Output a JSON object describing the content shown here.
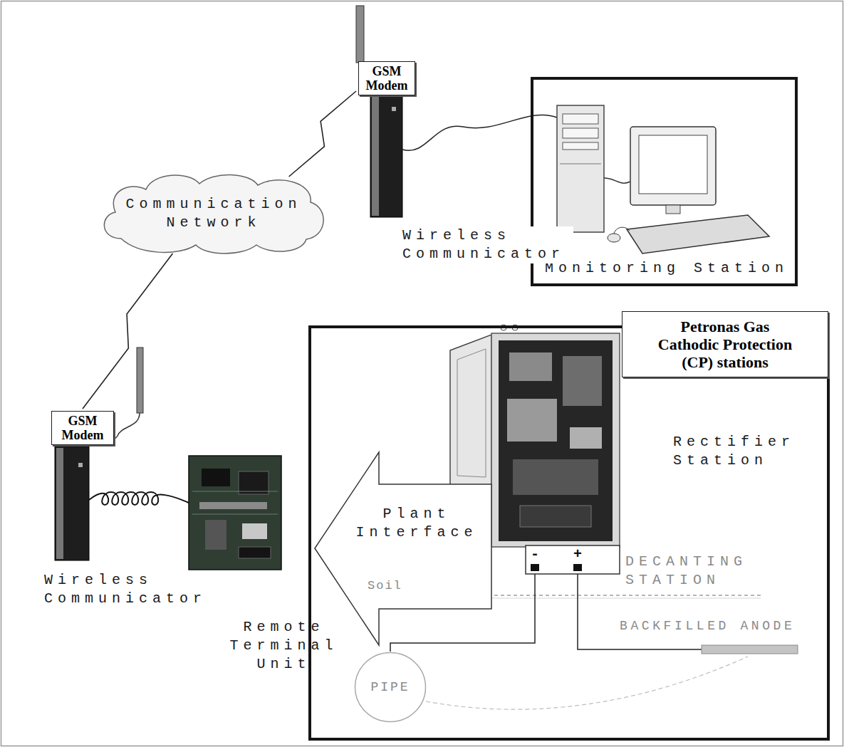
{
  "diagram": {
    "nodes": [
      {
        "text": [
          "Communication Network"
        ]
      },
      {
        "text": [
          "GSM Modem"
        ]
      },
      {
        "text": [
          "Monitoring Station"
        ]
      },
      {
        "text": [
          "GSM Modem"
        ]
      },
      {
        "text": [
          "Rectifier Station"
        ]
      },
      {
        "text": [
          "Petronas Gas Cathodic Protection (CP) stations"
        ],
        "in": 4
      },
      {
        "text": [
          "Plant Interface"
        ],
        "in": 4
      },
      {
        "text": [
          "PIPE"
        ],
        "in": 4
      }
    ],
    "edges": [
      {
        "from": 0,
        "to": 1,
        "arrow": "none"
      },
      {
        "from": 0,
        "to": 3,
        "arrow": "none"
      }
    ],
    "labels": [
      "Wireless Communicator",
      "Wireless Communicator",
      "Remote Terminal Unit",
      "-",
      "+",
      "DECANTING STATION",
      "Soil",
      "BACKFILLED ANODE"
    ]
  }
}
